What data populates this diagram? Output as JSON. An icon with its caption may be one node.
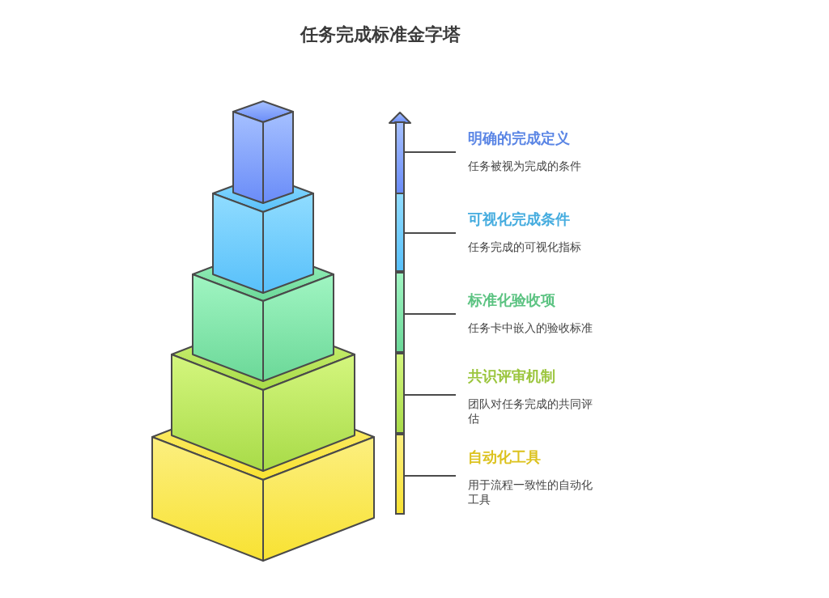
{
  "diagram": {
    "title": "任务完成标准金字塔",
    "nodes": [
      {
        "text": [
          "明确的完成定义",
          "任务被视为完成的条件"
        ]
      },
      {
        "text": [
          "可视化完成条件",
          "任务完成的可视化指标"
        ]
      },
      {
        "text": [
          "标准化验收项",
          "任务卡中嵌入的验收标准"
        ]
      },
      {
        "text": [
          "共识评审机制",
          "团队对任务完成的共同评估"
        ]
      },
      {
        "text": [
          "自动化工具",
          "用于流程一致性的自动化工具"
        ]
      },
      {
        "text": [],
        "shape": "bar"
      },
      {
        "text": [],
        "shape": "bar"
      },
      {
        "text": [],
        "shape": "bar"
      },
      {
        "text": [],
        "shape": "bar"
      },
      {
        "text": [],
        "shape": "bar"
      }
    ],
    "edges": [
      {
        "from": 0,
        "to": 5,
        "arrow": "none"
      },
      {
        "from": 1,
        "to": 6,
        "arrow": "none"
      },
      {
        "from": 2,
        "to": 7,
        "arrow": "none"
      },
      {
        "from": 3,
        "to": 8,
        "arrow": "none"
      },
      {
        "from": 4,
        "to": 9,
        "arrow": "none"
      }
    ]
  }
}
